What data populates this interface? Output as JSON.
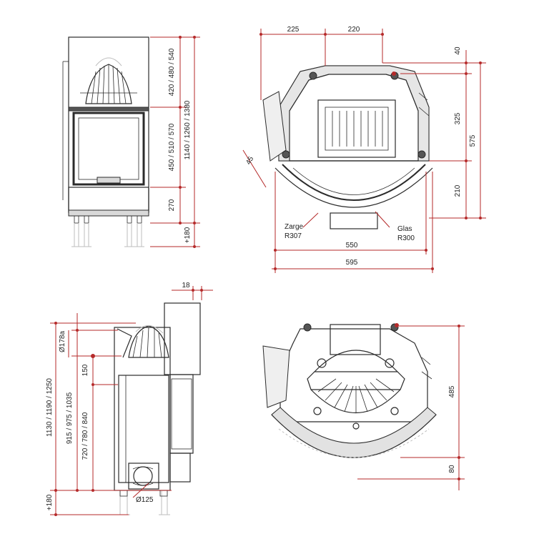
{
  "drawing": {
    "front_view": {
      "height_upper": "420 / 480 / 540",
      "height_window": "450 / 510 / 570",
      "height_base": "270",
      "height_total": "1140 / 1260 / 1380",
      "leg_extra": "+180"
    },
    "top_view": {
      "dim_left": "225",
      "dim_right": "220",
      "dim_40": "40",
      "dim_325": "325",
      "dim_575": "575",
      "dim_210": "210",
      "dim_45": "45",
      "width_inner": "550",
      "width_outer": "595",
      "label_zarge": "Zarge",
      "label_r307": "R307",
      "label_glas": "Glas",
      "label_r300": "R300"
    },
    "side_view": {
      "dim_18": "18",
      "flue_top": "Ø178a",
      "dim_150": "150",
      "height_total": "1130 / 1190 / 1250",
      "height_mid": "915 / 975 / 1035",
      "height_low": "720 / 780 / 840",
      "leg_extra": "+180",
      "flue_bottom": "Ø125"
    },
    "bottom_view": {
      "dim_485": "485",
      "dim_80": "80"
    }
  }
}
